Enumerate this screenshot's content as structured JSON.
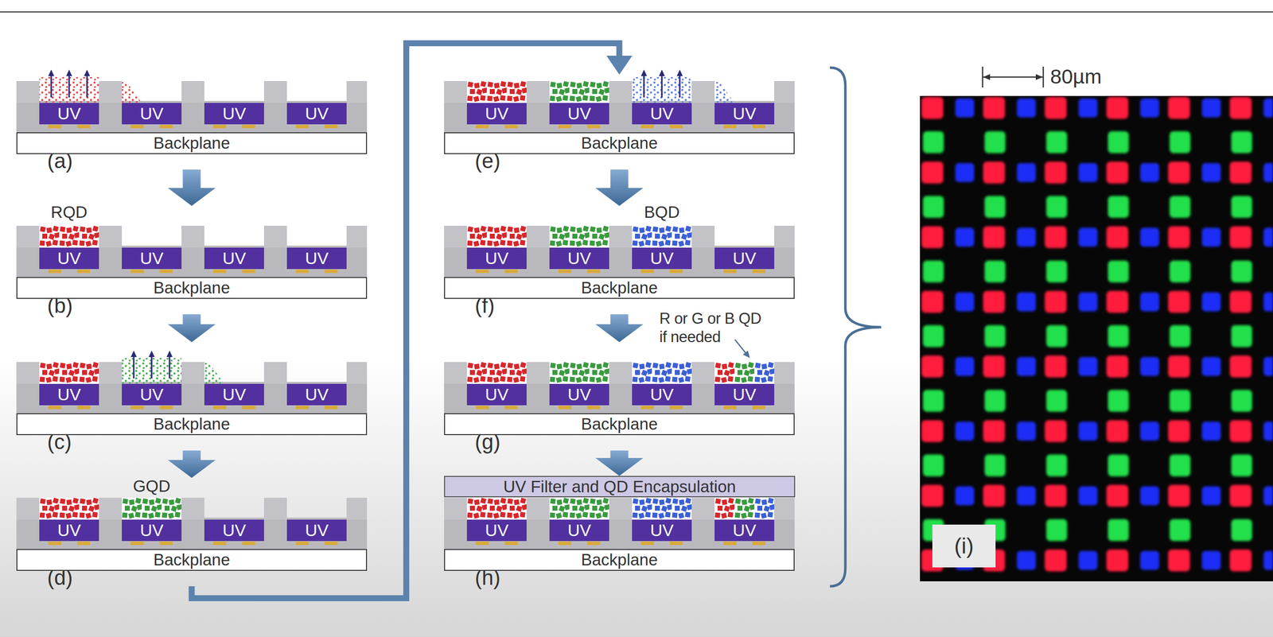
{
  "diagram": {
    "nodes": [
      {
        "text": [
          "(a)"
        ]
      },
      {
        "text": [
          "UV"
        ],
        "in": 0
      },
      {
        "text": [
          "UV"
        ],
        "in": 0
      },
      {
        "text": [
          "UV"
        ],
        "in": 0
      },
      {
        "text": [
          "UV"
        ],
        "in": 0
      },
      {
        "text": [
          "Backplane"
        ],
        "in": 0
      },
      {
        "text": [
          "(b)"
        ]
      },
      {
        "text": [
          "UV"
        ],
        "in": 6
      },
      {
        "text": [
          "UV"
        ],
        "in": 6
      },
      {
        "text": [
          "UV"
        ],
        "in": 6
      },
      {
        "text": [
          "UV"
        ],
        "in": 6
      },
      {
        "text": [
          "Backplane"
        ],
        "in": 6
      },
      {
        "text": [
          "(c)"
        ]
      },
      {
        "text": [
          "UV"
        ],
        "in": 12
      },
      {
        "text": [
          "UV"
        ],
        "in": 12
      },
      {
        "text": [
          "UV"
        ],
        "in": 12
      },
      {
        "text": [
          "UV"
        ],
        "in": 12
      },
      {
        "text": [
          "Backplane"
        ],
        "in": 12
      },
      {
        "text": [
          "(d)"
        ]
      },
      {
        "text": [
          "UV"
        ],
        "in": 18
      },
      {
        "text": [
          "UV"
        ],
        "in": 18
      },
      {
        "text": [
          "UV"
        ],
        "in": 18
      },
      {
        "text": [
          "UV"
        ],
        "in": 18
      },
      {
        "text": [
          "Backplane"
        ],
        "in": 18
      },
      {
        "text": [
          "(e)"
        ]
      },
      {
        "text": [
          "UV"
        ],
        "in": 24
      },
      {
        "text": [
          "UV"
        ],
        "in": 24
      },
      {
        "text": [
          "UV"
        ],
        "in": 24
      },
      {
        "text": [
          "UV"
        ],
        "in": 24
      },
      {
        "text": [
          "Backplane"
        ],
        "in": 24
      },
      {
        "text": [
          "(f)"
        ]
      },
      {
        "text": [
          "UV"
        ],
        "in": 30
      },
      {
        "text": [
          "UV"
        ],
        "in": 30
      },
      {
        "text": [
          "UV"
        ],
        "in": 30
      },
      {
        "text": [
          "UV"
        ],
        "in": 30
      },
      {
        "text": [
          "Backplane"
        ],
        "in": 30
      },
      {
        "text": [
          "(g)"
        ]
      },
      {
        "text": [
          "UV"
        ],
        "in": 36
      },
      {
        "text": [
          "UV"
        ],
        "in": 36
      },
      {
        "text": [
          "UV"
        ],
        "in": 36
      },
      {
        "text": [
          "UV"
        ],
        "in": 36
      },
      {
        "text": [
          "Backplane"
        ],
        "in": 36
      },
      {
        "text": [
          "UV Filter and QD Encapsulation"
        ]
      },
      {
        "text": [
          "(h)"
        ]
      },
      {
        "text": [
          "UV"
        ],
        "in": 43
      },
      {
        "text": [
          "UV"
        ],
        "in": 43
      },
      {
        "text": [
          "UV"
        ],
        "in": 43
      },
      {
        "text": [
          "UV"
        ],
        "in": 43
      },
      {
        "text": [
          "Backplane"
        ],
        "in": 43
      },
      {
        "text": [
          "(i)"
        ]
      }
    ],
    "edges": [
      {
        "from": 0,
        "to": 6,
        "arrow": "to"
      },
      {
        "from": 6,
        "to": 12,
        "arrow": "to"
      },
      {
        "from": 12,
        "to": 18,
        "arrow": "to"
      },
      {
        "from": 18,
        "to": 24,
        "arrow": "to"
      },
      {
        "from": 24,
        "to": 30,
        "arrow": "to"
      },
      {
        "from": 30,
        "to": 36,
        "arrow": "to"
      },
      {
        "from": 36,
        "to": 42,
        "arrow": "to"
      }
    ],
    "labels": [
      "RQD",
      "GQD",
      "BQD",
      "R or G or B QD if needed",
      "80µm"
    ]
  }
}
